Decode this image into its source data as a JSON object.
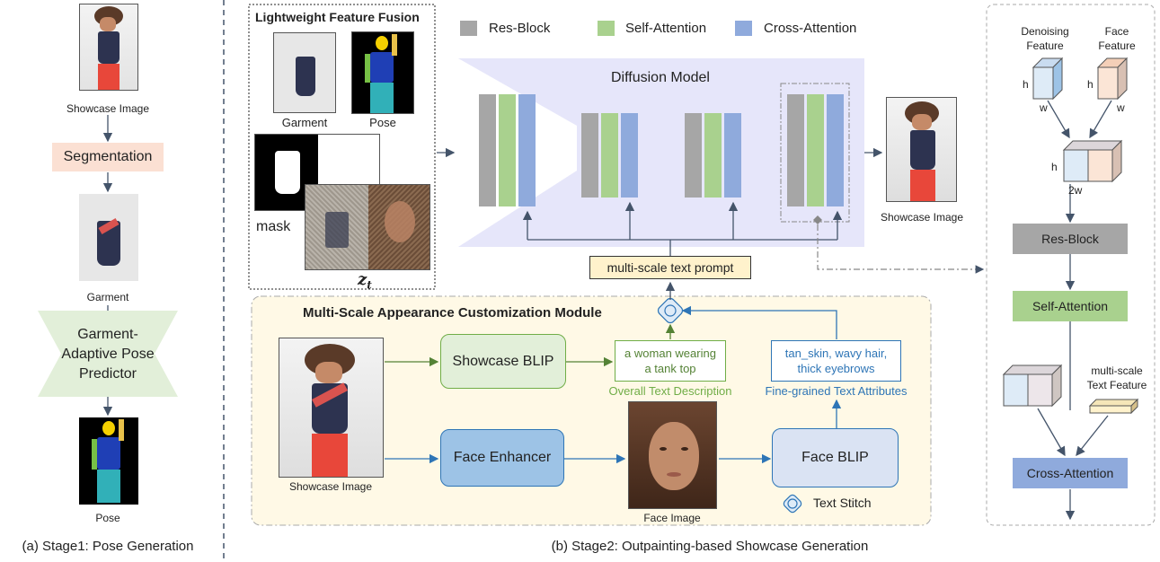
{
  "stage1": {
    "showcase_label": "Showcase Image",
    "segmentation": "Segmentation",
    "garment_label": "Garment",
    "predictor": "Garment-\nAdaptive Pose\nPredictor",
    "pose_label": "Pose",
    "caption": "(a) Stage1: Pose Generation"
  },
  "fusion": {
    "title": "Lightweight Feature Fusion",
    "garment_label": "Garment",
    "pose_label": "Pose",
    "mask_label": "mask",
    "zt_label": "z",
    "zt_sub": "t"
  },
  "legend": {
    "res_block": "Res-Block",
    "self_attention": "Self-Attention",
    "cross_attention": "Cross-Attention"
  },
  "diffusion": {
    "title": "Diffusion Model",
    "output_label": "Showcase Image",
    "text_prompt": "multi-scale text prompt"
  },
  "module": {
    "title": "Multi-Scale Appearance Customization Module",
    "showcase_label": "Showcase Image",
    "showcase_blip": "Showcase BLIP",
    "face_enhancer": "Face Enhancer",
    "face_image_label": "Face Image",
    "face_blip": "Face BLIP",
    "overall_text": "a woman wearing\na tank top",
    "overall_caption": "Overall Text Description",
    "fine_text": "tan_skin, wavy hair,\nthick eyebrows",
    "fine_caption": "Fine-grained Text Attributes",
    "text_stitch": "Text Stitch"
  },
  "detail": {
    "denoising_feature": "Denoising\nFeature",
    "face_feature": "Face\nFeature",
    "h": "h",
    "w": "w",
    "two_w": "2w",
    "res_block": "Res-Block",
    "self_attention": "Self-Attention",
    "text_feature": "multi-scale\nText Feature",
    "cross_attention": "Cross-Attention"
  },
  "stage2_caption": "(b) Stage2: Outpainting-based Showcase Generation",
  "colors": {
    "res_block": "#a6a6a6",
    "self_attention": "#a9d18e",
    "cross_attention": "#8faadc",
    "diffusion_bg": "#e6e6fa",
    "module_bg": "#fff9e6",
    "segmentation_bg": "#fbe0d3",
    "predictor_bg": "#e2efd9",
    "green_text": "#70ad47",
    "blue_text": "#2e75b6",
    "arrow": "#44546a"
  }
}
